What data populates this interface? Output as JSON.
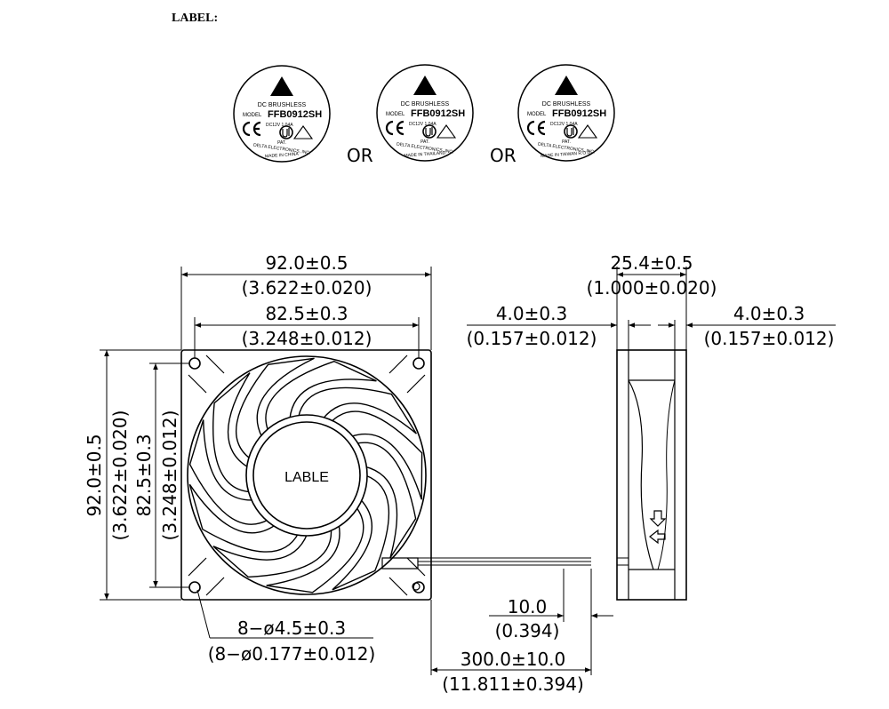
{
  "header": {
    "label_heading": "LABEL:"
  },
  "labels": [
    {
      "line1": "DC BRUSHLESS",
      "model_prefix": "MODEL",
      "model": "FFB0912SH",
      "rating": "DC12V  1.04A",
      "pat": "PAT.",
      "company": "DELTA ELECTRONICS, INC.",
      "origin": "MADE IN CHINA"
    },
    {
      "line1": "DC BRUSHLESS",
      "model_prefix": "MODEL",
      "model": "FFB0912SH",
      "rating": "DC12V  1.04A",
      "pat": "PAT.",
      "company": "DELTA ELECTRONICS, INC.",
      "origin": "MADE IN THAILAND"
    },
    {
      "line1": "DC BRUSHLESS",
      "model_prefix": "MODEL",
      "model": "FFB0912SH",
      "rating": "DC12V  1.04A",
      "pat": "PAT.",
      "company": "DELTA ELECTRONICS, INC.",
      "origin": "MADE IN TAIWAN R.O.C."
    }
  ],
  "or_text": "OR",
  "hub_text": "LABLE",
  "dimensions": {
    "width_outer": "92.0±0.5",
    "width_outer_in": "(3.622±0.020)",
    "width_hole": "82.5±0.3",
    "width_hole_in": "(3.248±0.012)",
    "height_outer": "92.0±0.5",
    "height_outer_in": "(3.622±0.020)",
    "height_hole": "82.5±0.3",
    "height_hole_in": "(3.248±0.012)",
    "depth": "25.4±0.5",
    "depth_in": "(1.000±0.020)",
    "flange_left": "4.0±0.3",
    "flange_left_in": "(0.157±0.012)",
    "flange_right": "4.0±0.3",
    "flange_right_in": "(0.157±0.012)",
    "hole_dia": "8−ø4.5±0.3",
    "hole_dia_in": "(8−ø0.177±0.012)",
    "strip": "10.0",
    "strip_in": "(0.394)",
    "lead": "300.0±10.0",
    "lead_in": "(11.811±0.394)"
  }
}
